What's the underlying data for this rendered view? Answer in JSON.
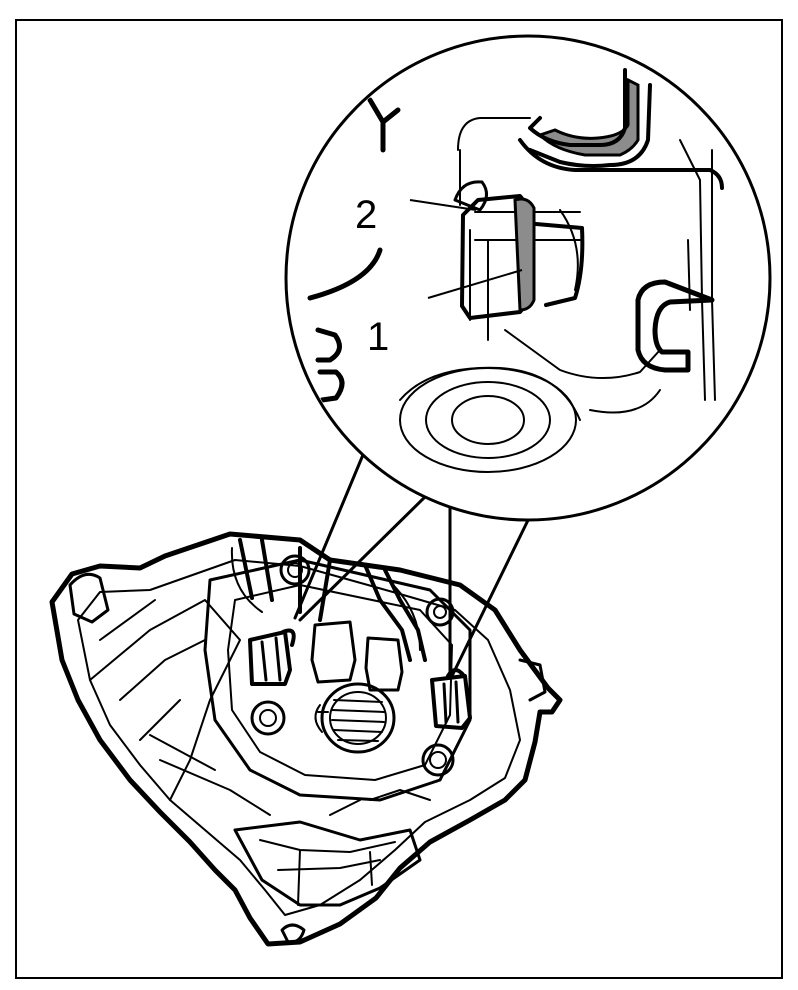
{
  "figure": {
    "callouts": [
      {
        "number": "1",
        "part": "clip-1"
      },
      {
        "number": "2",
        "part": "clip-2"
      }
    ],
    "colors": {
      "line": "#000000",
      "highlight": "#8c8c8c",
      "background": "#ffffff"
    }
  }
}
